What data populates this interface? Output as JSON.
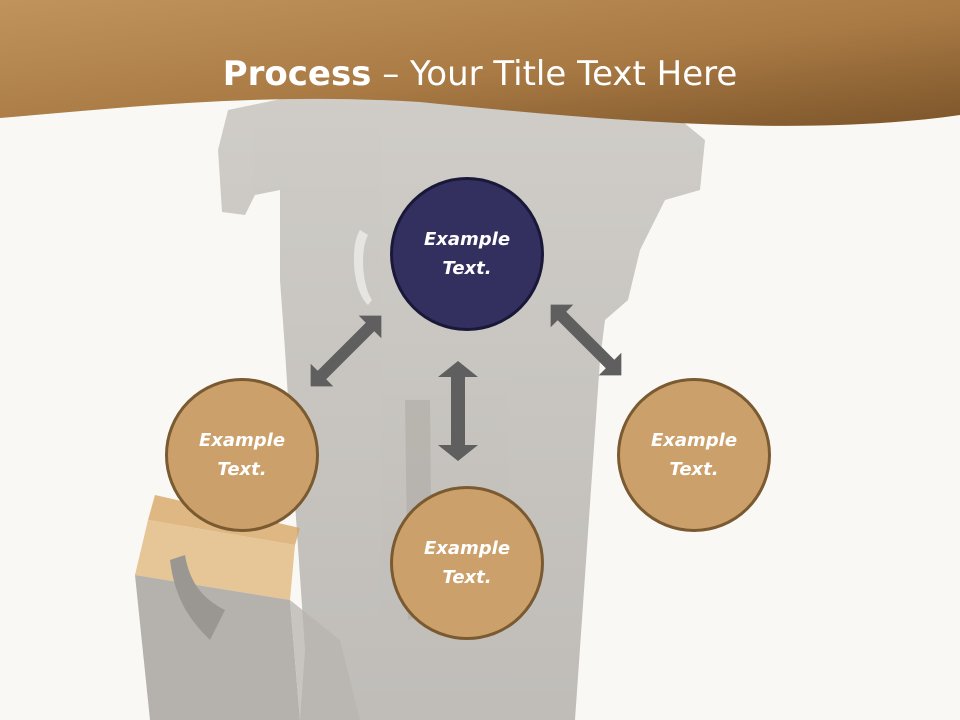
{
  "slide": {
    "title_bold": "Process",
    "title_rest": " – Your Title Text Here"
  },
  "nodes": {
    "top": "Example\nText.",
    "left": "Example\nText.",
    "bottom": "Example\nText.",
    "right": "Example\nText."
  },
  "colors": {
    "header_band": "#b0804a",
    "header_band_dark": "#7c552a",
    "node_primary": "#33305f",
    "node_secondary": "#cca06a",
    "arrow": "#5f5f5f",
    "background": "#faf8f4"
  }
}
